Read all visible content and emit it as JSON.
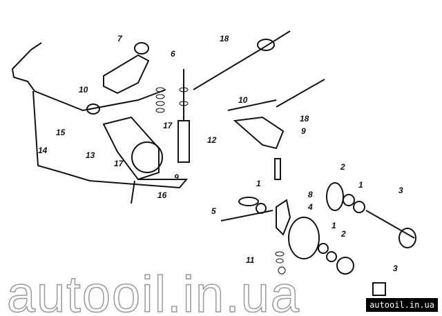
{
  "watermark": "autooil.in.ua",
  "badge": "autooil.in.ua",
  "callouts": [
    "7",
    "6",
    "18",
    "10",
    "15",
    "17",
    "12",
    "10",
    "18",
    "9",
    "14",
    "13",
    "17",
    "9",
    "16",
    "2",
    "1",
    "3",
    "1",
    "8",
    "4",
    "5",
    "1",
    "2",
    "11",
    "3"
  ]
}
